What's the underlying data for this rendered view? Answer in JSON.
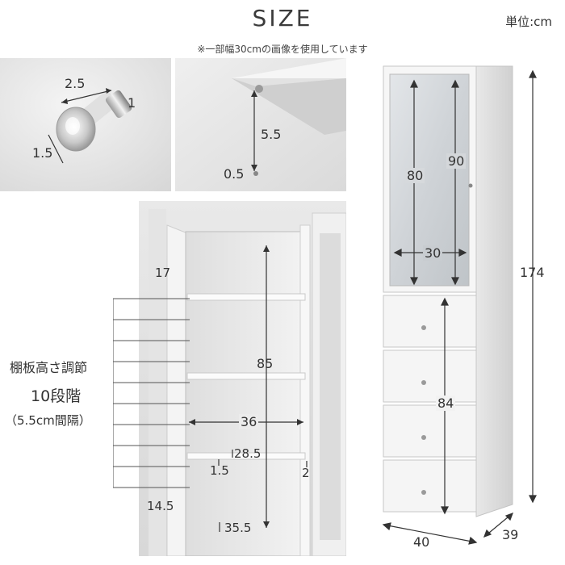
{
  "header": {
    "title": "SIZE",
    "note": "※一部幅30cmの画像を使用しています",
    "unit": "単位:cm"
  },
  "knob_photo": {
    "dims": {
      "length": "2.5",
      "diameter": "1",
      "depth": "1.5"
    }
  },
  "rail_photo": {
    "dims": {
      "height": "5.5",
      "offset": "0.5"
    }
  },
  "interior_photo": {
    "dims": {
      "top_gap": "17",
      "inner_height": "85",
      "inner_width": "36",
      "shelf_depth": "28.5",
      "shelf_thickness": "1.5",
      "panel": "2",
      "bottom_gap": "14.5",
      "bottom_depth": "35.5"
    }
  },
  "shelf_note": {
    "line1": "棚板高さ調節",
    "line2": "10段階",
    "line3": "（5.5cm間隔）"
  },
  "cabinet": {
    "dims": {
      "glass_inner": "80",
      "door_height": "90",
      "glass_width": "30",
      "total_height": "174",
      "drawer_height": "84",
      "width": "40",
      "depth": "39"
    }
  }
}
